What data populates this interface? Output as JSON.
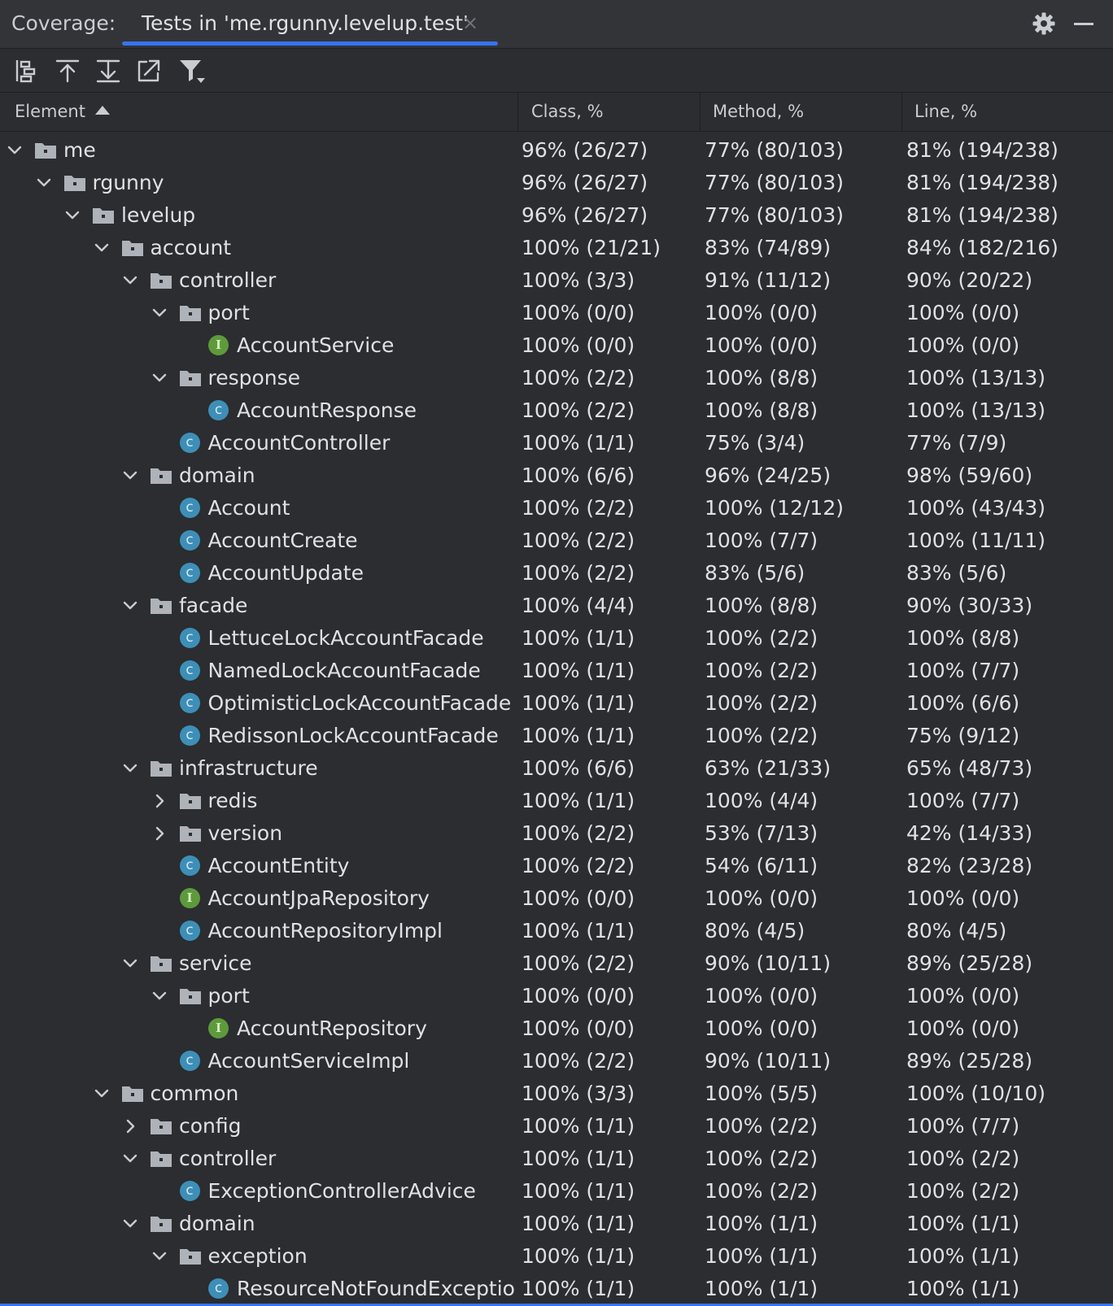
{
  "titlebar": {
    "label": "Coverage:",
    "tab_title": "Tests in 'me.rgunny.levelup.test'",
    "close_glyph": "×",
    "settings_icon": "gear-icon",
    "minimize_icon": "minimize-icon"
  },
  "toolbar": {
    "icons": [
      "flatten-packages-icon",
      "go-up-icon",
      "go-down-icon",
      "export-icon",
      "filter-icon"
    ]
  },
  "columns": {
    "element": "Element",
    "class": "Class, %",
    "method": "Method, %",
    "line": "Line, %"
  },
  "colors": {
    "background": "#2b2d30",
    "accent": "#3574f0",
    "class_badge": "#3d8fb7",
    "interface_badge": "#5e9a3c"
  },
  "rows": [
    {
      "depth": 0,
      "type": "folder",
      "exp": "open",
      "name": "me",
      "class": "96% (26/27)",
      "method": "77% (80/103)",
      "line": "81% (194/238)"
    },
    {
      "depth": 1,
      "type": "folder",
      "exp": "open",
      "name": "rgunny",
      "class": "96% (26/27)",
      "method": "77% (80/103)",
      "line": "81% (194/238)"
    },
    {
      "depth": 2,
      "type": "folder",
      "exp": "open",
      "name": "levelup",
      "class": "96% (26/27)",
      "method": "77% (80/103)",
      "line": "81% (194/238)"
    },
    {
      "depth": 3,
      "type": "folder",
      "exp": "open",
      "name": "account",
      "class": "100% (21/21)",
      "method": "83% (74/89)",
      "line": "84% (182/216)"
    },
    {
      "depth": 4,
      "type": "folder",
      "exp": "open",
      "name": "controller",
      "class": "100% (3/3)",
      "method": "91% (11/12)",
      "line": "90% (20/22)"
    },
    {
      "depth": 5,
      "type": "folder",
      "exp": "open",
      "name": "port",
      "class": "100% (0/0)",
      "method": "100% (0/0)",
      "line": "100% (0/0)"
    },
    {
      "depth": 6,
      "type": "interface",
      "exp": "none",
      "name": "AccountService",
      "class": "100% (0/0)",
      "method": "100% (0/0)",
      "line": "100% (0/0)"
    },
    {
      "depth": 5,
      "type": "folder",
      "exp": "open",
      "name": "response",
      "class": "100% (2/2)",
      "method": "100% (8/8)",
      "line": "100% (13/13)"
    },
    {
      "depth": 6,
      "type": "class",
      "exp": "none",
      "name": "AccountResponse",
      "class": "100% (2/2)",
      "method": "100% (8/8)",
      "line": "100% (13/13)"
    },
    {
      "depth": 5,
      "type": "class",
      "exp": "none",
      "name": "AccountController",
      "class": "100% (1/1)",
      "method": "75% (3/4)",
      "line": "77% (7/9)"
    },
    {
      "depth": 4,
      "type": "folder",
      "exp": "open",
      "name": "domain",
      "class": "100% (6/6)",
      "method": "96% (24/25)",
      "line": "98% (59/60)"
    },
    {
      "depth": 5,
      "type": "class",
      "exp": "none",
      "name": "Account",
      "class": "100% (2/2)",
      "method": "100% (12/12)",
      "line": "100% (43/43)"
    },
    {
      "depth": 5,
      "type": "class",
      "exp": "none",
      "name": "AccountCreate",
      "class": "100% (2/2)",
      "method": "100% (7/7)",
      "line": "100% (11/11)"
    },
    {
      "depth": 5,
      "type": "class",
      "exp": "none",
      "name": "AccountUpdate",
      "class": "100% (2/2)",
      "method": "83% (5/6)",
      "line": "83% (5/6)"
    },
    {
      "depth": 4,
      "type": "folder",
      "exp": "open",
      "name": "facade",
      "class": "100% (4/4)",
      "method": "100% (8/8)",
      "line": "90% (30/33)"
    },
    {
      "depth": 5,
      "type": "class",
      "exp": "none",
      "name": "LettuceLockAccountFacade",
      "class": "100% (1/1)",
      "method": "100% (2/2)",
      "line": "100% (8/8)"
    },
    {
      "depth": 5,
      "type": "class",
      "exp": "none",
      "name": "NamedLockAccountFacade",
      "class": "100% (1/1)",
      "method": "100% (2/2)",
      "line": "100% (7/7)"
    },
    {
      "depth": 5,
      "type": "class",
      "exp": "none",
      "name": "OptimisticLockAccountFacade",
      "class": "100% (1/1)",
      "method": "100% (2/2)",
      "line": "100% (6/6)"
    },
    {
      "depth": 5,
      "type": "class",
      "exp": "none",
      "name": "RedissonLockAccountFacade",
      "class": "100% (1/1)",
      "method": "100% (2/2)",
      "line": "75% (9/12)"
    },
    {
      "depth": 4,
      "type": "folder",
      "exp": "open",
      "name": "infrastructure",
      "class": "100% (6/6)",
      "method": "63% (21/33)",
      "line": "65% (48/73)"
    },
    {
      "depth": 5,
      "type": "folder",
      "exp": "closed",
      "name": "redis",
      "class": "100% (1/1)",
      "method": "100% (4/4)",
      "line": "100% (7/7)"
    },
    {
      "depth": 5,
      "type": "folder",
      "exp": "closed",
      "name": "version",
      "class": "100% (2/2)",
      "method": "53% (7/13)",
      "line": "42% (14/33)"
    },
    {
      "depth": 5,
      "type": "class",
      "exp": "none",
      "name": "AccountEntity",
      "class": "100% (2/2)",
      "method": "54% (6/11)",
      "line": "82% (23/28)"
    },
    {
      "depth": 5,
      "type": "interface",
      "exp": "none",
      "name": "AccountJpaRepository",
      "class": "100% (0/0)",
      "method": "100% (0/0)",
      "line": "100% (0/0)"
    },
    {
      "depth": 5,
      "type": "class",
      "exp": "none",
      "name": "AccountRepositoryImpl",
      "class": "100% (1/1)",
      "method": "80% (4/5)",
      "line": "80% (4/5)"
    },
    {
      "depth": 4,
      "type": "folder",
      "exp": "open",
      "name": "service",
      "class": "100% (2/2)",
      "method": "90% (10/11)",
      "line": "89% (25/28)"
    },
    {
      "depth": 5,
      "type": "folder",
      "exp": "open",
      "name": "port",
      "class": "100% (0/0)",
      "method": "100% (0/0)",
      "line": "100% (0/0)"
    },
    {
      "depth": 6,
      "type": "interface",
      "exp": "none",
      "name": "AccountRepository",
      "class": "100% (0/0)",
      "method": "100% (0/0)",
      "line": "100% (0/0)"
    },
    {
      "depth": 5,
      "type": "class",
      "exp": "none",
      "name": "AccountServiceImpl",
      "class": "100% (2/2)",
      "method": "90% (10/11)",
      "line": "89% (25/28)"
    },
    {
      "depth": 3,
      "type": "folder",
      "exp": "open",
      "name": "common",
      "class": "100% (3/3)",
      "method": "100% (5/5)",
      "line": "100% (10/10)"
    },
    {
      "depth": 4,
      "type": "folder",
      "exp": "closed",
      "name": "config",
      "class": "100% (1/1)",
      "method": "100% (2/2)",
      "line": "100% (7/7)"
    },
    {
      "depth": 4,
      "type": "folder",
      "exp": "open",
      "name": "controller",
      "class": "100% (1/1)",
      "method": "100% (2/2)",
      "line": "100% (2/2)"
    },
    {
      "depth": 5,
      "type": "class",
      "exp": "none",
      "name": "ExceptionControllerAdvice",
      "class": "100% (1/1)",
      "method": "100% (2/2)",
      "line": "100% (2/2)"
    },
    {
      "depth": 4,
      "type": "folder",
      "exp": "open",
      "name": "domain",
      "class": "100% (1/1)",
      "method": "100% (1/1)",
      "line": "100% (1/1)"
    },
    {
      "depth": 5,
      "type": "folder",
      "exp": "open",
      "name": "exception",
      "class": "100% (1/1)",
      "method": "100% (1/1)",
      "line": "100% (1/1)"
    },
    {
      "depth": 6,
      "type": "class",
      "exp": "none",
      "name": "ResourceNotFoundExceptio",
      "class": "100% (1/1)",
      "method": "100% (1/1)",
      "line": "100% (1/1)"
    }
  ]
}
